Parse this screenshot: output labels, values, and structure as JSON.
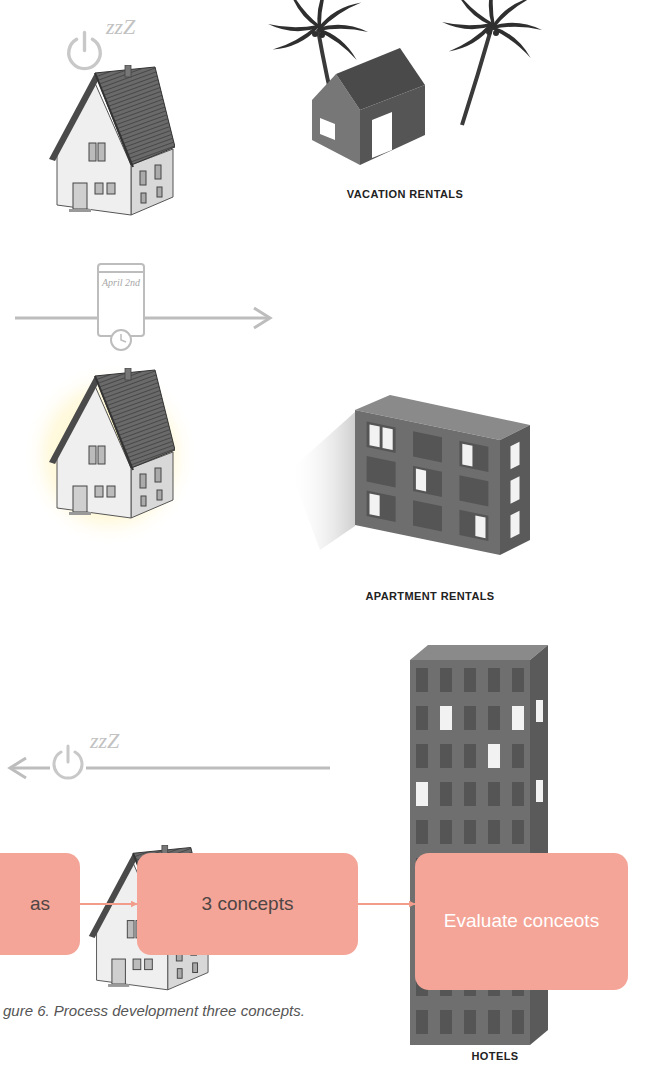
{
  "diagram": {
    "caption": "gure 6. Process development three concepts.",
    "nodes": [
      {
        "text": [
          "as"
        ]
      },
      {
        "text": [
          "3 concepts"
        ]
      },
      {
        "text": [
          "Evaluate conceots"
        ]
      }
    ],
    "edges": [
      {
        "from": 0,
        "to": 1,
        "arrow": "to"
      },
      {
        "from": 1,
        "to": 2,
        "arrow": "to"
      }
    ],
    "labels": [
      "zzZ",
      "VACATION RENTALS",
      "April 2nd",
      "APARTMENT RENTALS",
      "zzZ",
      "HOTELS"
    ]
  }
}
